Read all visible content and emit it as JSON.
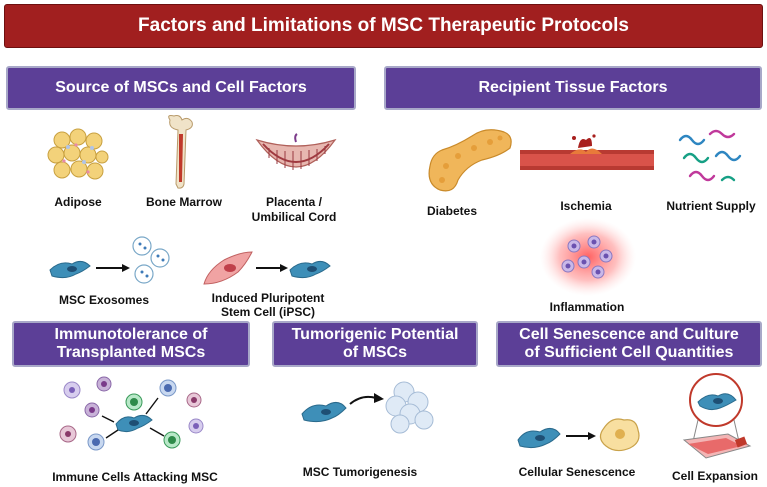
{
  "title": "Factors and Limitations of MSC Therapeutic Protocols",
  "sections": {
    "source": "Source of MSCs and Cell Factors",
    "recipient": "Recipient Tissue Factors",
    "immuno": [
      "Immunotolerance of",
      "Transplanted MSCs"
    ],
    "tumor": [
      "Tumorigenic Potential",
      "of MSCs"
    ],
    "senescence": [
      "Cell Senescence and Culture",
      "of Sufficient Cell Quantities"
    ]
  },
  "labels": {
    "adipose": "Adipose",
    "bone_marrow": "Bone Marrow",
    "placenta": [
      "Placenta /",
      "Umbilical Cord"
    ],
    "exosomes": "MSC Exosomes",
    "ipsc": [
      "Induced Pluripotent",
      "Stem Cell (iPSC)"
    ],
    "diabetes": "Diabetes",
    "ischemia": "Ischemia",
    "nutrient": "Nutrient Supply",
    "inflammation": "Inflammation",
    "immune_attack": "Immune Cells Attacking MSC",
    "tumorigenesis": "MSC Tumorigenesis",
    "senescence": "Cellular Senescence",
    "expansion": "Cell Expansion"
  },
  "colors": {
    "title_bg": "#a11f1f",
    "header_bg": "#5c3f97",
    "header_border": "#a8a8c8",
    "msc_cell": "#3e8fb8"
  },
  "icons": [
    "adipose-icon",
    "bone-icon",
    "placenta-icon",
    "exosome-icon",
    "ipsc-icon",
    "pancreas-icon",
    "vessel-icon",
    "nutrient-icon",
    "inflammation-icon",
    "immune-cells-icon",
    "tumor-icon",
    "senescent-cell-icon",
    "flask-icon"
  ]
}
